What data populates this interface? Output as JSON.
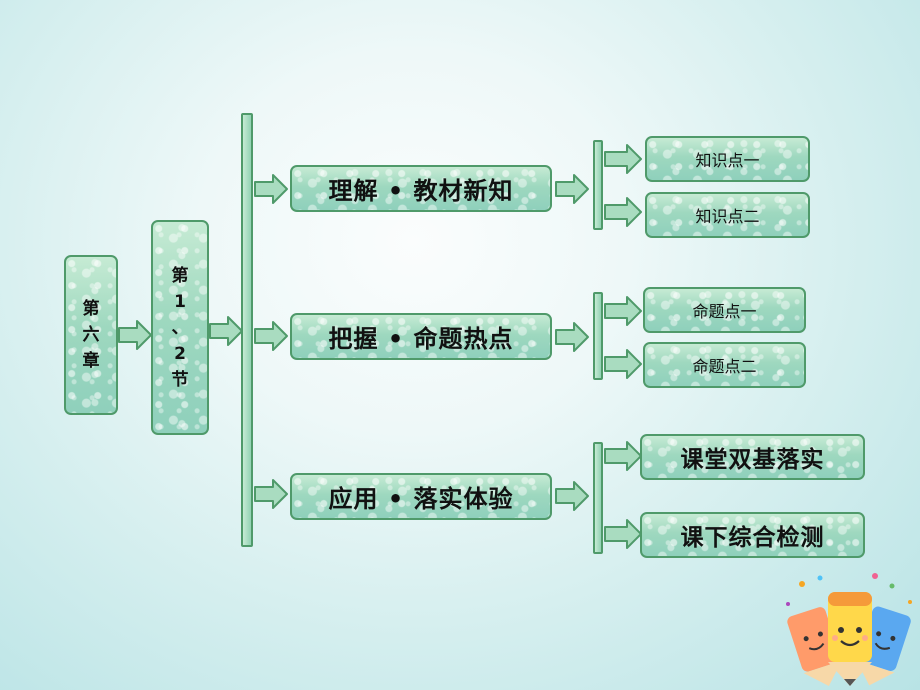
{
  "chapter": {
    "chars": [
      "第",
      "六",
      "章"
    ]
  },
  "section": {
    "chars": [
      "第",
      "1",
      "、",
      "2",
      "节"
    ]
  },
  "branches": [
    {
      "label": "理解 • 教材新知",
      "children": [
        "知识点一",
        "知识点二"
      ]
    },
    {
      "label": "把握 • 命题热点",
      "children": [
        "命题点一",
        "命题点二"
      ]
    },
    {
      "label": "应用 • 落实体验",
      "children": [
        "课堂双基落实",
        "课下综合检测"
      ]
    }
  ],
  "colors": {
    "box_border": "#4f9a6a",
    "box_fill": "#9ed8bf",
    "background": "#d6efef"
  },
  "decoration_icon": "pencils-icon"
}
